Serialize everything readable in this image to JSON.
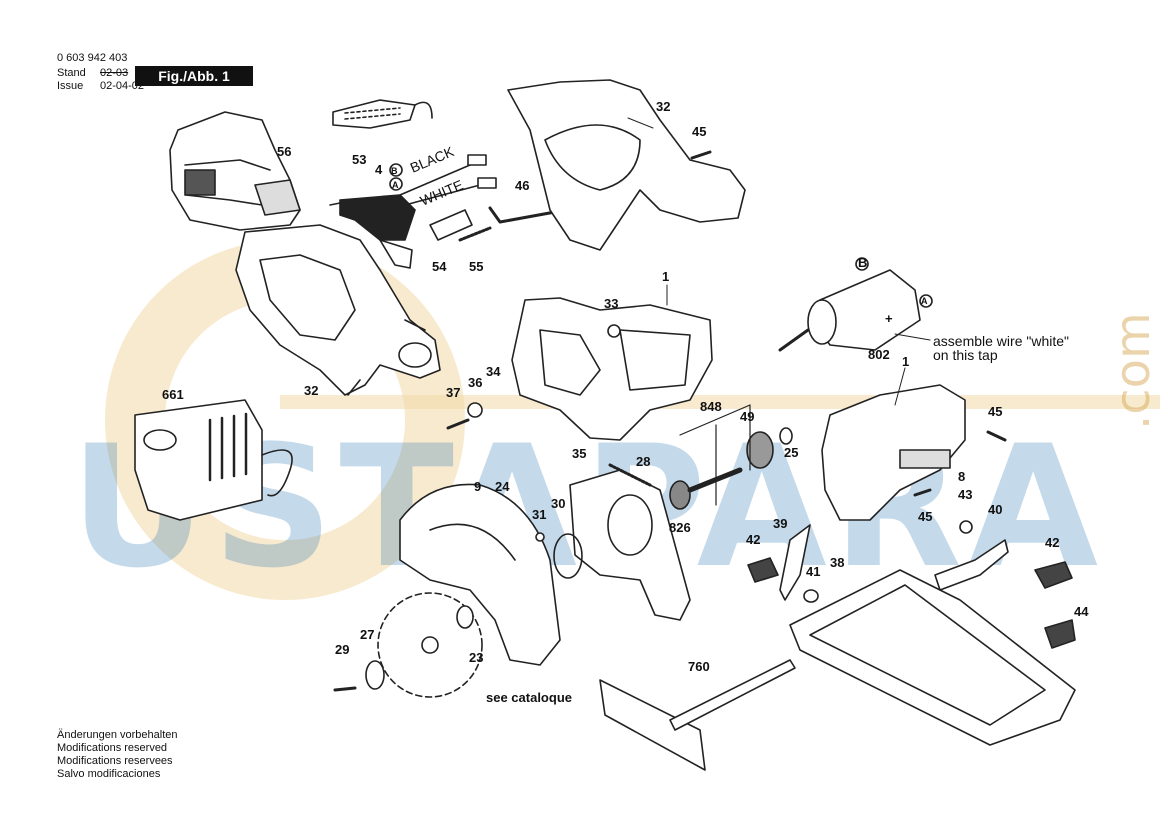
{
  "header": {
    "part_number": "0 603 942 403",
    "stand_label": "Stand",
    "issue_label": "Issue",
    "stand_date": "02-03",
    "issue_date": "02-04-02",
    "figure": "Fig./Abb. 1"
  },
  "parts": {
    "p56": "56",
    "p53": "53",
    "p4": "4",
    "mA": "A",
    "mB": "B",
    "wire_black": "BLACK",
    "wire_white": "WHITE",
    "p54": "54",
    "p55": "55",
    "p46": "46",
    "p32": "32",
    "p45": "45",
    "p1": "1",
    "p33": "33",
    "p661": "661",
    "p37": "37",
    "p36": "36",
    "p34": "34",
    "plus": "+",
    "p802": "802",
    "p848": "848",
    "p49": "49",
    "p25": "25",
    "p35": "35",
    "p28": "28",
    "p8": "8",
    "p9": "9",
    "p24": "24",
    "p43": "43",
    "p30": "30",
    "p40": "40",
    "p31": "31",
    "p826": "826",
    "p39": "39",
    "p42": "42",
    "p38": "38",
    "p41": "41",
    "p44": "44",
    "p27": "27",
    "p29": "29",
    "p23": "23",
    "p760": "760"
  },
  "notes": {
    "assemble_line1": "assemble wire \"white\"",
    "assemble_line2": "on this tap",
    "see_catalogue": "see cataloque"
  },
  "footer": [
    "Änderungen vorbehalten",
    "Modifications reserved",
    "Modifications reservees",
    "Salvo modificaciones"
  ],
  "watermark": {
    "text": "USTAPARA",
    "suffix": ".com"
  }
}
